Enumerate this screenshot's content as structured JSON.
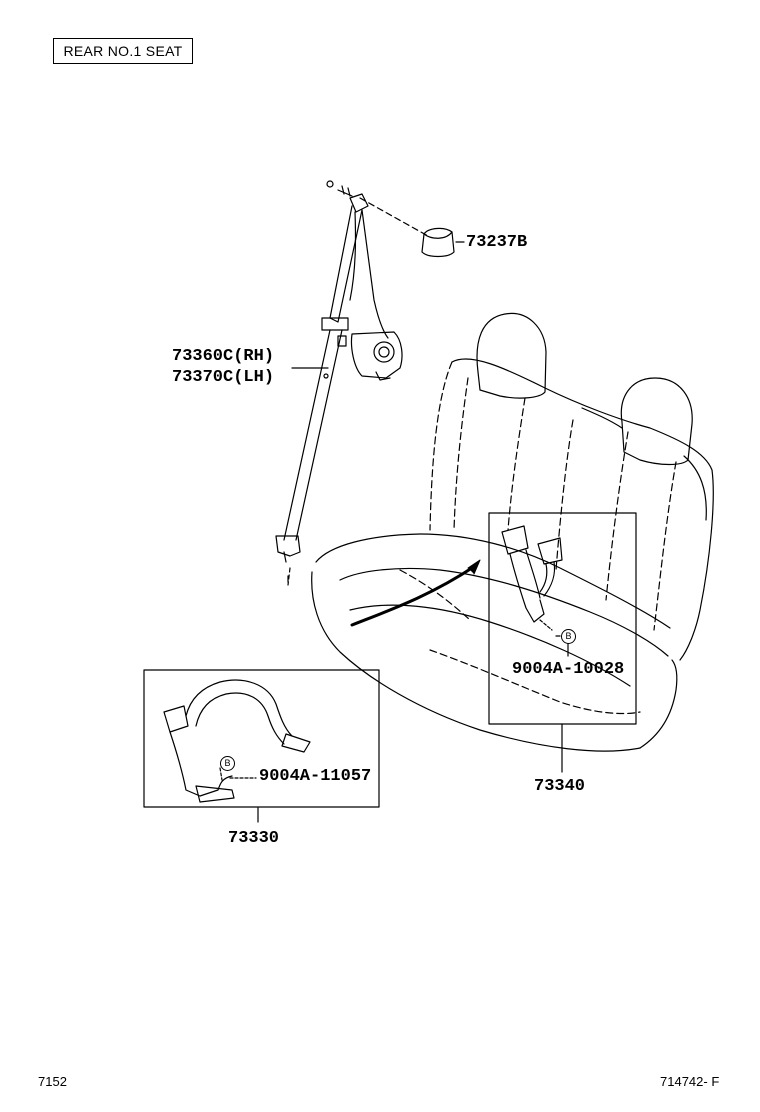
{
  "header": {
    "title": "REAR NO.1 SEAT"
  },
  "parts": {
    "cover": "73237B",
    "belt_rh": "73360C(RH)",
    "belt_lh": "73370C(LH)",
    "buckle_left": "73330",
    "buckle_left_bolt": "9004A-11057",
    "buckle_right": "73340",
    "buckle_right_bolt": "9004A-10028",
    "callout_letter": "B"
  },
  "footer": {
    "left_code": "7152",
    "right_code": "714742- F"
  }
}
